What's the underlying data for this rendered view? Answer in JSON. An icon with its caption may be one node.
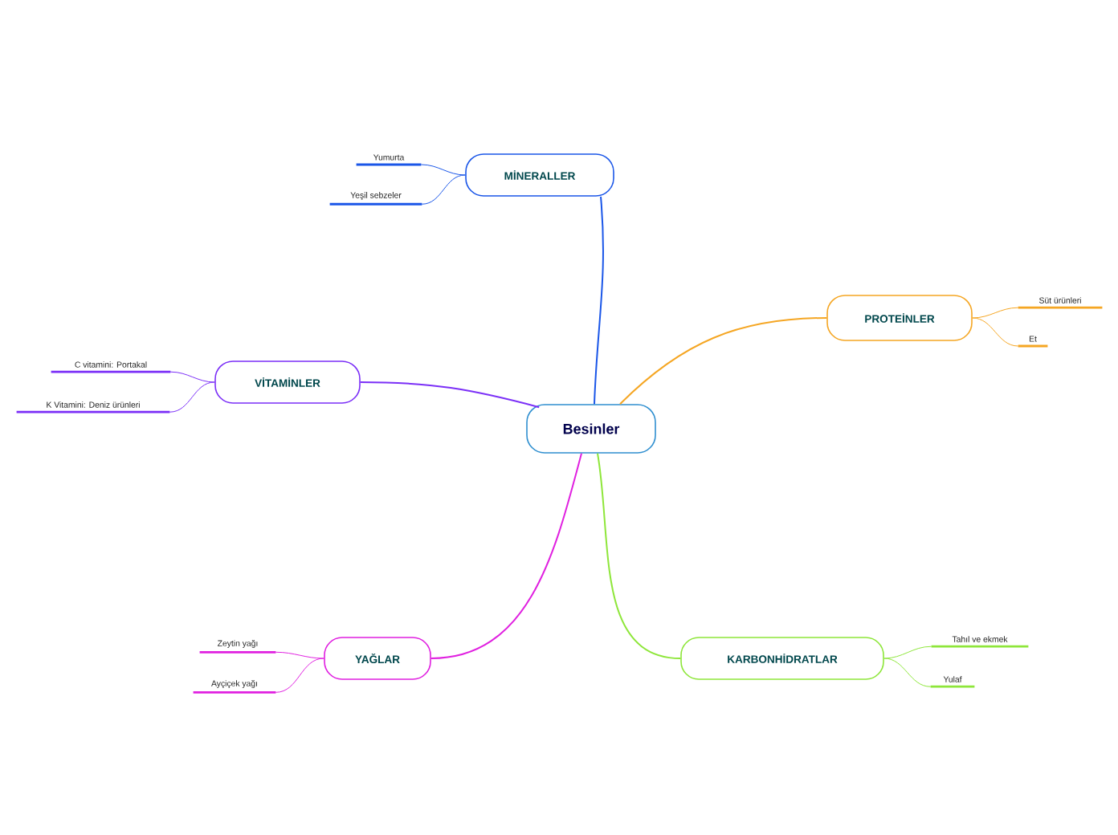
{
  "diagram": {
    "nodes": [
      {
        "text": [
          "Besinler"
        ]
      },
      {
        "text": [
          "MİNERALLER"
        ]
      },
      {
        "text": [
          "Yumurta"
        ]
      },
      {
        "text": [
          "Yeşil sebzeler"
        ]
      },
      {
        "text": [
          "PROTEİNLER"
        ]
      },
      {
        "text": [
          "Süt ürünleri"
        ]
      },
      {
        "text": [
          "Et"
        ]
      },
      {
        "text": [
          "VİTAMİNLER"
        ]
      },
      {
        "text": [
          "C vitamini: Portakal"
        ]
      },
      {
        "text": [
          "K Vitamini: Deniz ürünleri"
        ]
      },
      {
        "text": [
          "YAĞLAR"
        ]
      },
      {
        "text": [
          "Zeytin yağı"
        ]
      },
      {
        "text": [
          "Ayçiçek yağı"
        ]
      },
      {
        "text": [
          "KARBONHİDRATLAR"
        ]
      },
      {
        "text": [
          "Tahıl ve ekmek"
        ]
      },
      {
        "text": [
          "Yulaf"
        ]
      }
    ],
    "edges": [
      {
        "from": 0,
        "to": 1,
        "arrow": "none",
        "color": "#1a56e8"
      },
      {
        "from": 0,
        "to": 4,
        "arrow": "none",
        "color": "#f5a623"
      },
      {
        "from": 0,
        "to": 7,
        "arrow": "none",
        "color": "#7b2ff7"
      },
      {
        "from": 0,
        "to": 10,
        "arrow": "none",
        "color": "#e020e0"
      },
      {
        "from": 0,
        "to": 13,
        "arrow": "none",
        "color": "#8ee63a"
      },
      {
        "from": 1,
        "to": 2,
        "arrow": "none",
        "color": "#1a56e8"
      },
      {
        "from": 1,
        "to": 3,
        "arrow": "none",
        "color": "#1a56e8"
      },
      {
        "from": 4,
        "to": 5,
        "arrow": "none",
        "color": "#f5a623"
      },
      {
        "from": 4,
        "to": 6,
        "arrow": "none",
        "color": "#f5a623"
      },
      {
        "from": 7,
        "to": 8,
        "arrow": "none",
        "color": "#7b2ff7"
      },
      {
        "from": 7,
        "to": 9,
        "arrow": "none",
        "color": "#7b2ff7"
      },
      {
        "from": 10,
        "to": 11,
        "arrow": "none",
        "color": "#e020e0"
      },
      {
        "from": 10,
        "to": 12,
        "arrow": "none",
        "color": "#e020e0"
      },
      {
        "from": 13,
        "to": 14,
        "arrow": "none",
        "color": "#8ee63a"
      },
      {
        "from": 13,
        "to": 15,
        "arrow": "none",
        "color": "#8ee63a"
      }
    ]
  }
}
